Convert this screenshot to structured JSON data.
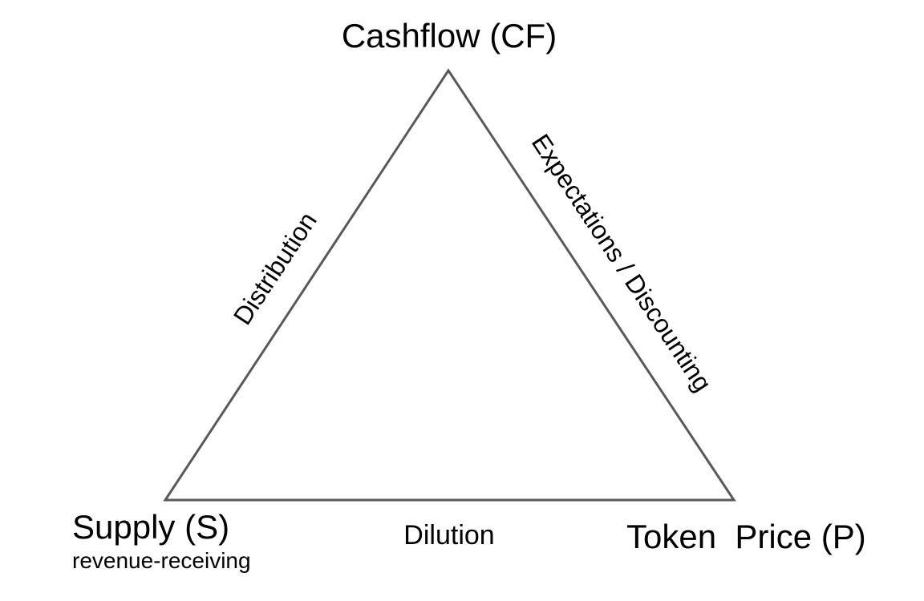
{
  "diagram": {
    "type": "triangle",
    "vertices": {
      "top": {
        "label": "Cashflow (CF)"
      },
      "bottom_left": {
        "label": "Supply (S)",
        "sublabel": "revenue-receiving"
      },
      "bottom_right": {
        "label": "Token  Price (P)"
      }
    },
    "edges": {
      "left": {
        "label": "Distribution"
      },
      "right": {
        "label": "Expectations / Discounting"
      },
      "bottom": {
        "label": "Dilution"
      }
    },
    "colors": {
      "line": "#595959",
      "text": "#000000",
      "background": "#ffffff"
    }
  }
}
